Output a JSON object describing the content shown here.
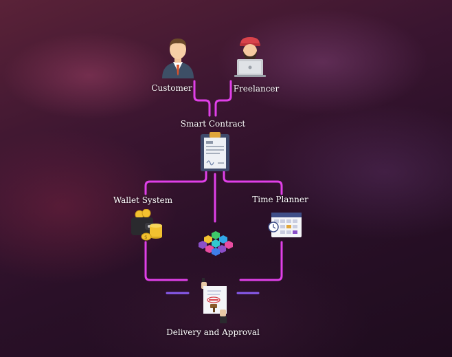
{
  "nodes": {
    "customer": {
      "label": "Customer"
    },
    "freelancer": {
      "label": "Freelancer"
    },
    "smart_contract": {
      "label": "Smart Contract"
    },
    "wallet_system": {
      "label": "Wallet System"
    },
    "time_planner": {
      "label": "Time Planner"
    },
    "blockchain": {
      "label": ""
    },
    "delivery_approval": {
      "label": "Delivery and Approval"
    }
  },
  "icons": [
    "businessman-icon",
    "freelancer-laptop-icon",
    "clipboard-contract-icon",
    "wallet-coins-icon",
    "calendar-clock-icon",
    "blockchain-cubes-icon",
    "stamp-approval-icon"
  ],
  "colors": {
    "connector": "#e040e8",
    "connector_dash": "#8a5cf0",
    "text": "#ffffff"
  }
}
